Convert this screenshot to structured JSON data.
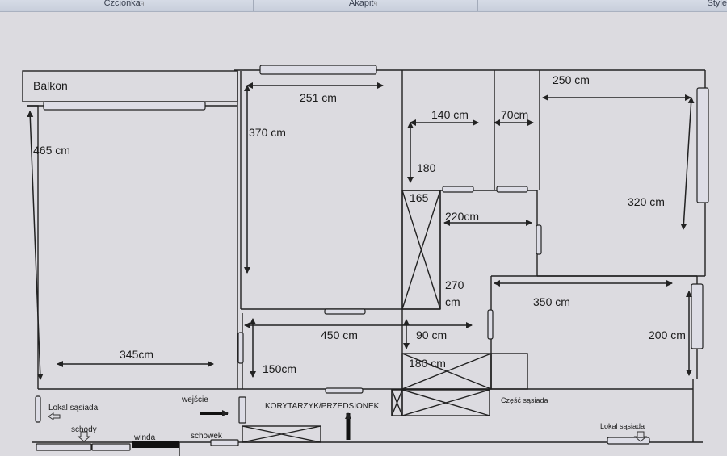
{
  "ribbon": {
    "groups": [
      "Czcionka",
      "Akapit",
      "Style"
    ]
  },
  "colors": {
    "background": "#dcdbe0",
    "line": "#222222",
    "window": "#dddde6"
  },
  "plan": {
    "balkon": "Balkon",
    "dimensions": {
      "d465": "465 cm",
      "d345": "345cm",
      "d370": "370 cm",
      "d251": "251 cm",
      "d140": "140 cm",
      "d70": "70cm",
      "d180v": "180",
      "d165": "165",
      "d250": "250 cm",
      "d320": "320 cm",
      "d220": "220cm",
      "d270a": "270",
      "d270b": "cm",
      "d350": "350 cm",
      "d200": "200 cm",
      "d450": "450 cm",
      "d90": "90 cm",
      "d150": "150cm",
      "d180h": "180 cm"
    },
    "labels": {
      "lokal_left": "Lokal sąsiada",
      "wejscie": "wejście",
      "korytarz": "KORYTARZYK/PRZEDSIONEK",
      "czesc": "Część sąsiada",
      "lokal_right": "Lokal sąsiada",
      "schody": "schody",
      "winda": "winda",
      "schowek": "schowek"
    }
  }
}
